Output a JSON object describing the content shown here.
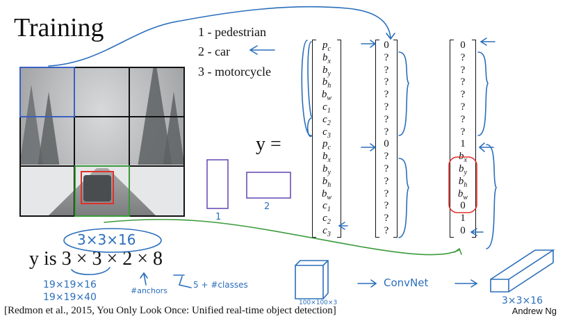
{
  "slide": {
    "title": "Training",
    "classes": [
      "1 -  pedestrian",
      "2 -  car",
      "3 -  motorcycle"
    ],
    "y_equals": "y  =",
    "y_is": "y  is",
    "y_dims": "3 × 3 × 2 × 8",
    "citation": "[Redmon et al., 2015, You Only Look Once: Unified real-time object detection]",
    "author": "Andrew Ng"
  },
  "vectors": {
    "labels": [
      {
        "b": "p",
        "s": "c"
      },
      {
        "b": "b",
        "s": "x"
      },
      {
        "b": "b",
        "s": "y"
      },
      {
        "b": "b",
        "s": "h"
      },
      {
        "b": "b",
        "s": "w"
      },
      {
        "b": "c",
        "s": "1"
      },
      {
        "b": "c",
        "s": "2"
      },
      {
        "b": "c",
        "s": "3"
      },
      {
        "b": "p",
        "s": "c"
      },
      {
        "b": "b",
        "s": "x"
      },
      {
        "b": "b",
        "s": "y"
      },
      {
        "b": "b",
        "s": "h"
      },
      {
        "b": "b",
        "s": "w"
      },
      {
        "b": "c",
        "s": "1"
      },
      {
        "b": "c",
        "s": "2"
      },
      {
        "b": "c",
        "s": "3"
      }
    ],
    "no_object": [
      {
        "b": "0"
      },
      {
        "b": "?"
      },
      {
        "b": "?"
      },
      {
        "b": "?"
      },
      {
        "b": "?"
      },
      {
        "b": "?"
      },
      {
        "b": "?"
      },
      {
        "b": "?"
      },
      {
        "b": "0"
      },
      {
        "b": "?"
      },
      {
        "b": "?"
      },
      {
        "b": "?"
      },
      {
        "b": "?"
      },
      {
        "b": "?"
      },
      {
        "b": "?"
      },
      {
        "b": "?"
      }
    ],
    "car_cell": [
      {
        "b": "0"
      },
      {
        "b": "?"
      },
      {
        "b": "?"
      },
      {
        "b": "?"
      },
      {
        "b": "?"
      },
      {
        "b": "?"
      },
      {
        "b": "?"
      },
      {
        "b": "?"
      },
      {
        "b": "1"
      },
      {
        "b": "b",
        "s": "x"
      },
      {
        "b": "b",
        "s": "y"
      },
      {
        "b": "b",
        "s": "h"
      },
      {
        "b": "b",
        "s": "w"
      },
      {
        "b": "0"
      },
      {
        "b": "1"
      },
      {
        "b": "0"
      }
    ]
  },
  "annotations": {
    "anchor_box_1": "1",
    "anchor_box_2": "2",
    "output_circled": "3×3×16",
    "alt_1": "19×19×16",
    "alt_2": "19×19×40",
    "anchors_note": "#anchors",
    "classes_note": "5 + #classes",
    "input_size": "100×100×3",
    "convnet": "ConvNet",
    "output_size": "3×3×16"
  },
  "colors": {
    "ink_blue": "#2a6ebb",
    "grid_blue": "#3a5fc0",
    "box_red": "#e0302a",
    "cell_green": "#3a9a3a",
    "anchor_purple": "#6a4fb5"
  }
}
